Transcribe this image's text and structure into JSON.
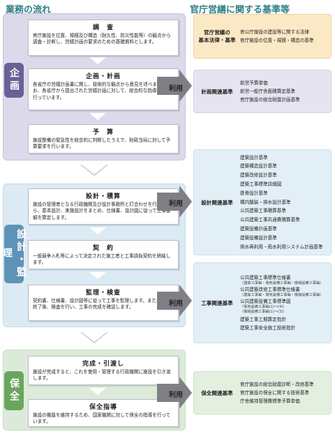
{
  "headers": {
    "left": "業務の流れ",
    "right": "官庁営繕に関する基準等"
  },
  "phases": {
    "kikaku": "企画",
    "sekkei": "設計・監理",
    "hozen": "保全"
  },
  "steps": {
    "chousa": {
      "title": "調　査",
      "body": "官庁施設を位置、規模及び構造（耐久性、防災性能等）の観点から調査・診断し、営繕計画の要求のための基礎資料とします。"
    },
    "kikaku_keikaku": {
      "title": "企画・計画",
      "body": "各省庁の営繕計画書に関し、技術的な観点から意見を述べます。なお、各省庁から提出された営繕計画に対して、総合的な指導調整を行っています。"
    },
    "yosan": {
      "title": "予　算",
      "body": "施設整備の緊急性を総合的に判断したうえで、財政当局に対して予算要求を行います。"
    },
    "sekkei_sekisan": {
      "title": "設計・積算",
      "body": "施設の管理者となる行政機関及び設計事務所と打合わせを行いながら、基本設計、実施設計をまとめ、仕様書、設計図に従って工事金額を算定します。"
    },
    "keiyaku": {
      "title": "契　約",
      "body": "一般競争入札等によって決定された施工者と工事請負契約を締結します。"
    },
    "kanri_kensa": {
      "title": "監理・検査",
      "body": "契約書、仕様書、設計図等に従って工事を監理します。また、工事終了後、検査を行い、工事の完成を確認します。"
    },
    "kansei": {
      "title": "完成・引渡し",
      "body": "施設が完成すると、これを使用・管理する行政機関に施設を引き渡します。"
    },
    "hozen_shidou": {
      "title": "保全指導",
      "body": "施設の機能を維持するため、国家機関に対して保全の指導を行っています。"
    }
  },
  "use_label": "利用",
  "standards": {
    "basic": {
      "name_line1": "官庁営繕の",
      "name_line2": "基本法律・基準",
      "items": [
        "官公庁施設の建設等に関する法律",
        "官庁施設の位置・規模・構造の基準"
      ]
    },
    "planning": {
      "name": "計画関連基準",
      "items": [
        "新営予算単価",
        "新営一般庁舎面積算定基準",
        "官庁施設の総合耐震計画基準"
      ]
    },
    "design": {
      "name": "設計関連基準",
      "items": [
        "建築設計基準",
        "建築構造設計基準",
        "建築改修設計基準",
        "建築工事標準詳細図",
        "鉄骨設計基準",
        "構内舗装・排水設計基準",
        "公共建築工事積算基準",
        "公共建築工事共通費積算基準",
        "建築設備計画基準",
        "建築設備設計基準",
        "排水再利用・雨水利用システム計画基準"
      ]
    },
    "construction": {
      "name": "工事関連基準",
      "items": [
        {
          "text": "公共建築工事標準仕様書",
          "sub": "（建築工事編・電気設備工事編・機械設備工事編）"
        },
        {
          "text": "公共建築改修工事標準仕様書",
          "sub": "（建築工事編・電気設備工事編・機械設備工事編）"
        },
        {
          "text": "公共建築設備工事標準図",
          "sub": "（電気設備工事編(1)〜(4)）",
          "sub2": "（機械設備工事編(1)〜(3)）"
        },
        {
          "text": "建築工事工期算定指針"
        },
        {
          "text": "建築工事安全施工技術指針"
        }
      ]
    },
    "maintenance": {
      "name": "保全関連基準",
      "items": [
        "官庁施設の総合耐震診断・改修基準",
        "官庁施設の保全に関する技術基準",
        "庁舎維持管理費標準予算単価"
      ]
    }
  },
  "colors": {
    "header": "#2d7f84",
    "kikaku": "#6a6096",
    "sekkei": "#5f93b6",
    "hozen": "#6aa55f",
    "use_arrow": "#7f7f86"
  }
}
